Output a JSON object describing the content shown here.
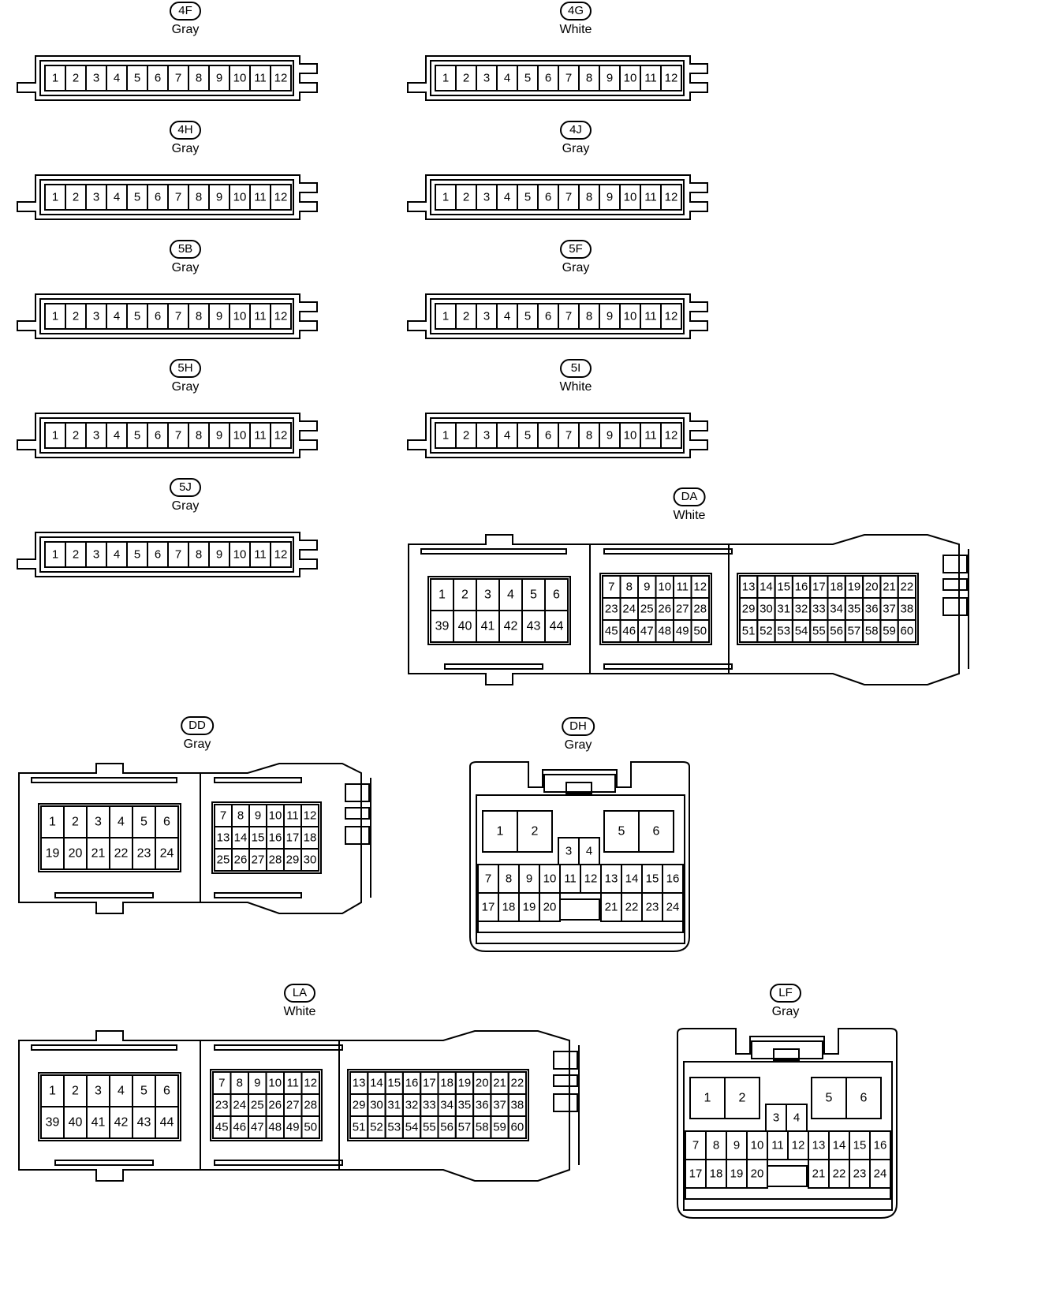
{
  "connectors": [
    {
      "id": "4F",
      "color": "Gray",
      "pins": [
        "1",
        "2",
        "3",
        "4",
        "5",
        "6",
        "7",
        "8",
        "9",
        "10",
        "11",
        "12"
      ]
    },
    {
      "id": "4G",
      "color": "White",
      "pins": [
        "1",
        "2",
        "3",
        "4",
        "5",
        "6",
        "7",
        "8",
        "9",
        "10",
        "11",
        "12"
      ]
    },
    {
      "id": "4H",
      "color": "Gray",
      "pins": [
        "1",
        "2",
        "3",
        "4",
        "5",
        "6",
        "7",
        "8",
        "9",
        "10",
        "11",
        "12"
      ]
    },
    {
      "id": "4J",
      "color": "Gray",
      "pins": [
        "1",
        "2",
        "3",
        "4",
        "5",
        "6",
        "7",
        "8",
        "9",
        "10",
        "11",
        "12"
      ]
    },
    {
      "id": "5B",
      "color": "Gray",
      "pins": [
        "1",
        "2",
        "3",
        "4",
        "5",
        "6",
        "7",
        "8",
        "9",
        "10",
        "11",
        "12"
      ]
    },
    {
      "id": "5F",
      "color": "Gray",
      "pins": [
        "1",
        "2",
        "3",
        "4",
        "5",
        "6",
        "7",
        "8",
        "9",
        "10",
        "11",
        "12"
      ]
    },
    {
      "id": "5H",
      "color": "Gray",
      "pins": [
        "1",
        "2",
        "3",
        "4",
        "5",
        "6",
        "7",
        "8",
        "9",
        "10",
        "11",
        "12"
      ]
    },
    {
      "id": "5I",
      "color": "White",
      "pins": [
        "1",
        "2",
        "3",
        "4",
        "5",
        "6",
        "7",
        "8",
        "9",
        "10",
        "11",
        "12"
      ]
    },
    {
      "id": "5J",
      "color": "Gray",
      "pins": [
        "1",
        "2",
        "3",
        "4",
        "5",
        "6",
        "7",
        "8",
        "9",
        "10",
        "11",
        "12"
      ]
    },
    {
      "id": "DA",
      "color": "White",
      "blocks": [
        [
          [
            "1",
            "2",
            "3",
            "4",
            "5",
            "6"
          ],
          [
            "39",
            "40",
            "41",
            "42",
            "43",
            "44"
          ]
        ],
        [
          [
            "7",
            "8",
            "9",
            "10",
            "11",
            "12"
          ],
          [
            "23",
            "24",
            "25",
            "26",
            "27",
            "28"
          ],
          [
            "45",
            "46",
            "47",
            "48",
            "49",
            "50"
          ]
        ],
        [
          [
            "13",
            "14",
            "15",
            "16",
            "17",
            "18",
            "19",
            "20",
            "21",
            "22"
          ],
          [
            "29",
            "30",
            "31",
            "32",
            "33",
            "34",
            "35",
            "36",
            "37",
            "38"
          ],
          [
            "51",
            "52",
            "53",
            "54",
            "55",
            "56",
            "57",
            "58",
            "59",
            "60"
          ]
        ]
      ]
    },
    {
      "id": "DD",
      "color": "Gray",
      "blocks": [
        [
          [
            "1",
            "2",
            "3",
            "4",
            "5",
            "6"
          ],
          [
            "19",
            "20",
            "21",
            "22",
            "23",
            "24"
          ]
        ],
        [
          [
            "7",
            "8",
            "9",
            "10",
            "11",
            "12"
          ],
          [
            "13",
            "14",
            "15",
            "16",
            "17",
            "18"
          ],
          [
            "25",
            "26",
            "27",
            "28",
            "29",
            "30"
          ]
        ]
      ]
    },
    {
      "id": "DH",
      "color": "Gray",
      "big": [
        "1",
        "2",
        "5",
        "6"
      ],
      "mid": [
        "3",
        "4"
      ],
      "row1": [
        "7",
        "8",
        "9",
        "10",
        "11",
        "12",
        "13",
        "14",
        "15",
        "16"
      ],
      "row2_left": [
        "17",
        "18",
        "19",
        "20"
      ],
      "row2_right": [
        "21",
        "22",
        "23",
        "24"
      ]
    },
    {
      "id": "LA",
      "color": "White",
      "blocks": [
        [
          [
            "1",
            "2",
            "3",
            "4",
            "5",
            "6"
          ],
          [
            "39",
            "40",
            "41",
            "42",
            "43",
            "44"
          ]
        ],
        [
          [
            "7",
            "8",
            "9",
            "10",
            "11",
            "12"
          ],
          [
            "23",
            "24",
            "25",
            "26",
            "27",
            "28"
          ],
          [
            "45",
            "46",
            "47",
            "48",
            "49",
            "50"
          ]
        ],
        [
          [
            "13",
            "14",
            "15",
            "16",
            "17",
            "18",
            "19",
            "20",
            "21",
            "22"
          ],
          [
            "29",
            "30",
            "31",
            "32",
            "33",
            "34",
            "35",
            "36",
            "37",
            "38"
          ],
          [
            "51",
            "52",
            "53",
            "54",
            "55",
            "56",
            "57",
            "58",
            "59",
            "60"
          ]
        ]
      ]
    },
    {
      "id": "LF",
      "color": "Gray",
      "big": [
        "1",
        "2",
        "5",
        "6"
      ],
      "mid": [
        "3",
        "4"
      ],
      "row1": [
        "7",
        "8",
        "9",
        "10",
        "11",
        "12",
        "13",
        "14",
        "15",
        "16"
      ],
      "row2_left": [
        "17",
        "18",
        "19",
        "20"
      ],
      "row2_right": [
        "21",
        "22",
        "23",
        "24"
      ]
    }
  ]
}
